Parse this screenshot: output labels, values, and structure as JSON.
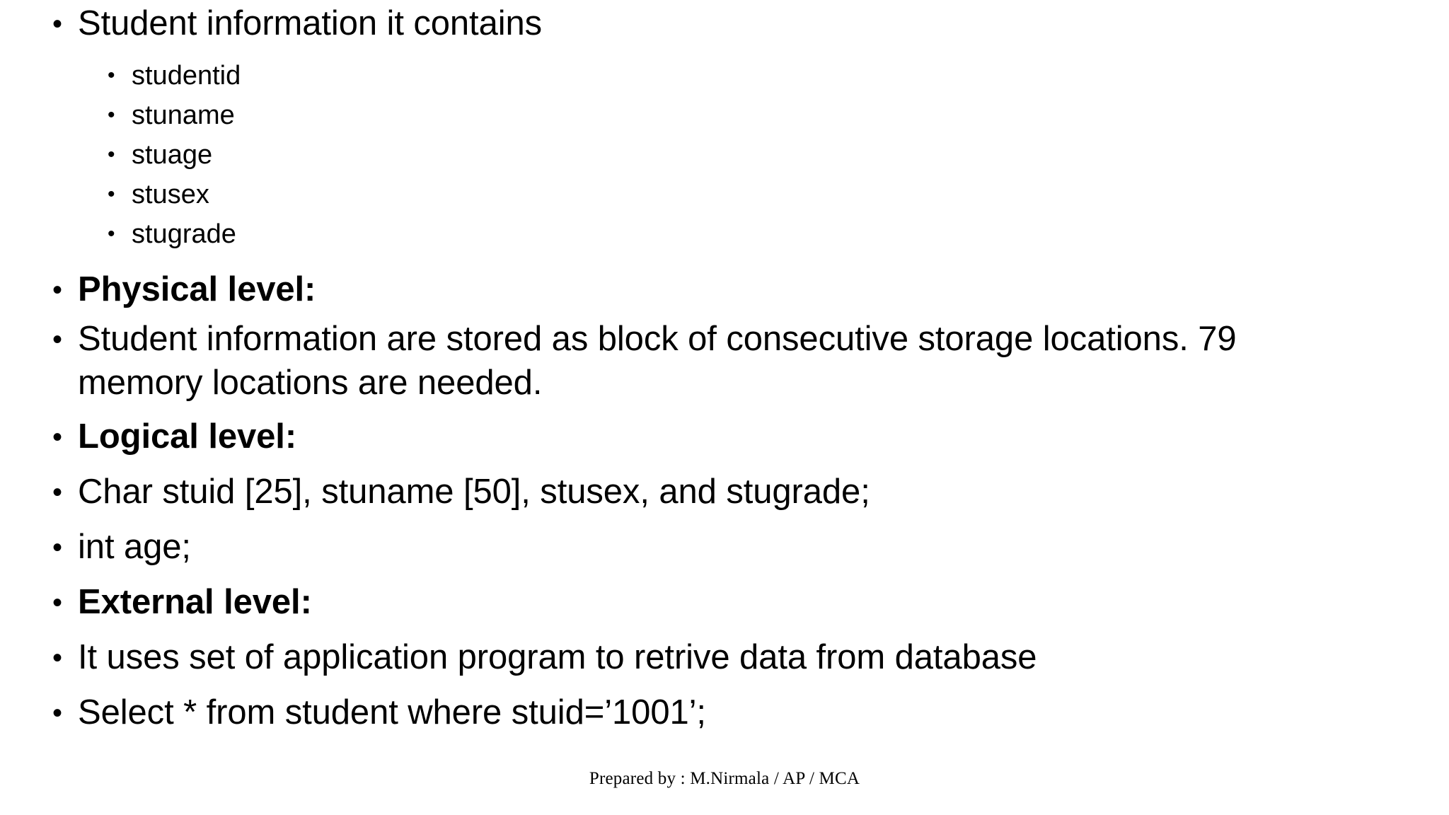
{
  "slide": {
    "background_color": "#ffffff",
    "text_color": "#000000",
    "bullet_glyph": "•",
    "blocks": [
      {
        "level": 1,
        "bold": false,
        "text": "Student information it contains"
      },
      {
        "level": 2,
        "bold": false,
        "text": "studentid"
      },
      {
        "level": 2,
        "bold": false,
        "text": "stuname"
      },
      {
        "level": 2,
        "bold": false,
        "text": "stuage"
      },
      {
        "level": 2,
        "bold": false,
        "text": "stusex"
      },
      {
        "level": 2,
        "bold": false,
        "text": "stugrade"
      },
      {
        "level": 1,
        "bold": true,
        "text": "Physical level:"
      },
      {
        "level": 1,
        "bold": false,
        "text": "Student information are stored as block of consecutive storage locations. 79 memory locations are needed."
      },
      {
        "level": 1,
        "bold": true,
        "text": "Logical level:"
      },
      {
        "level": 1,
        "bold": false,
        "text": "Char stuid [25], stuname [50], stusex, and stugrade;"
      },
      {
        "level": 1,
        "bold": false,
        "text": "int age;"
      },
      {
        "level": 1,
        "bold": true,
        "text": "External level:"
      },
      {
        "level": 1,
        "bold": false,
        "text": "It uses set of application program to retrive data from database"
      },
      {
        "level": 1,
        "bold": false,
        "text": "Select * from student where stuid=’1001’;"
      }
    ],
    "footer": "Prepared by : M.Nirmala / AP / MCA"
  }
}
